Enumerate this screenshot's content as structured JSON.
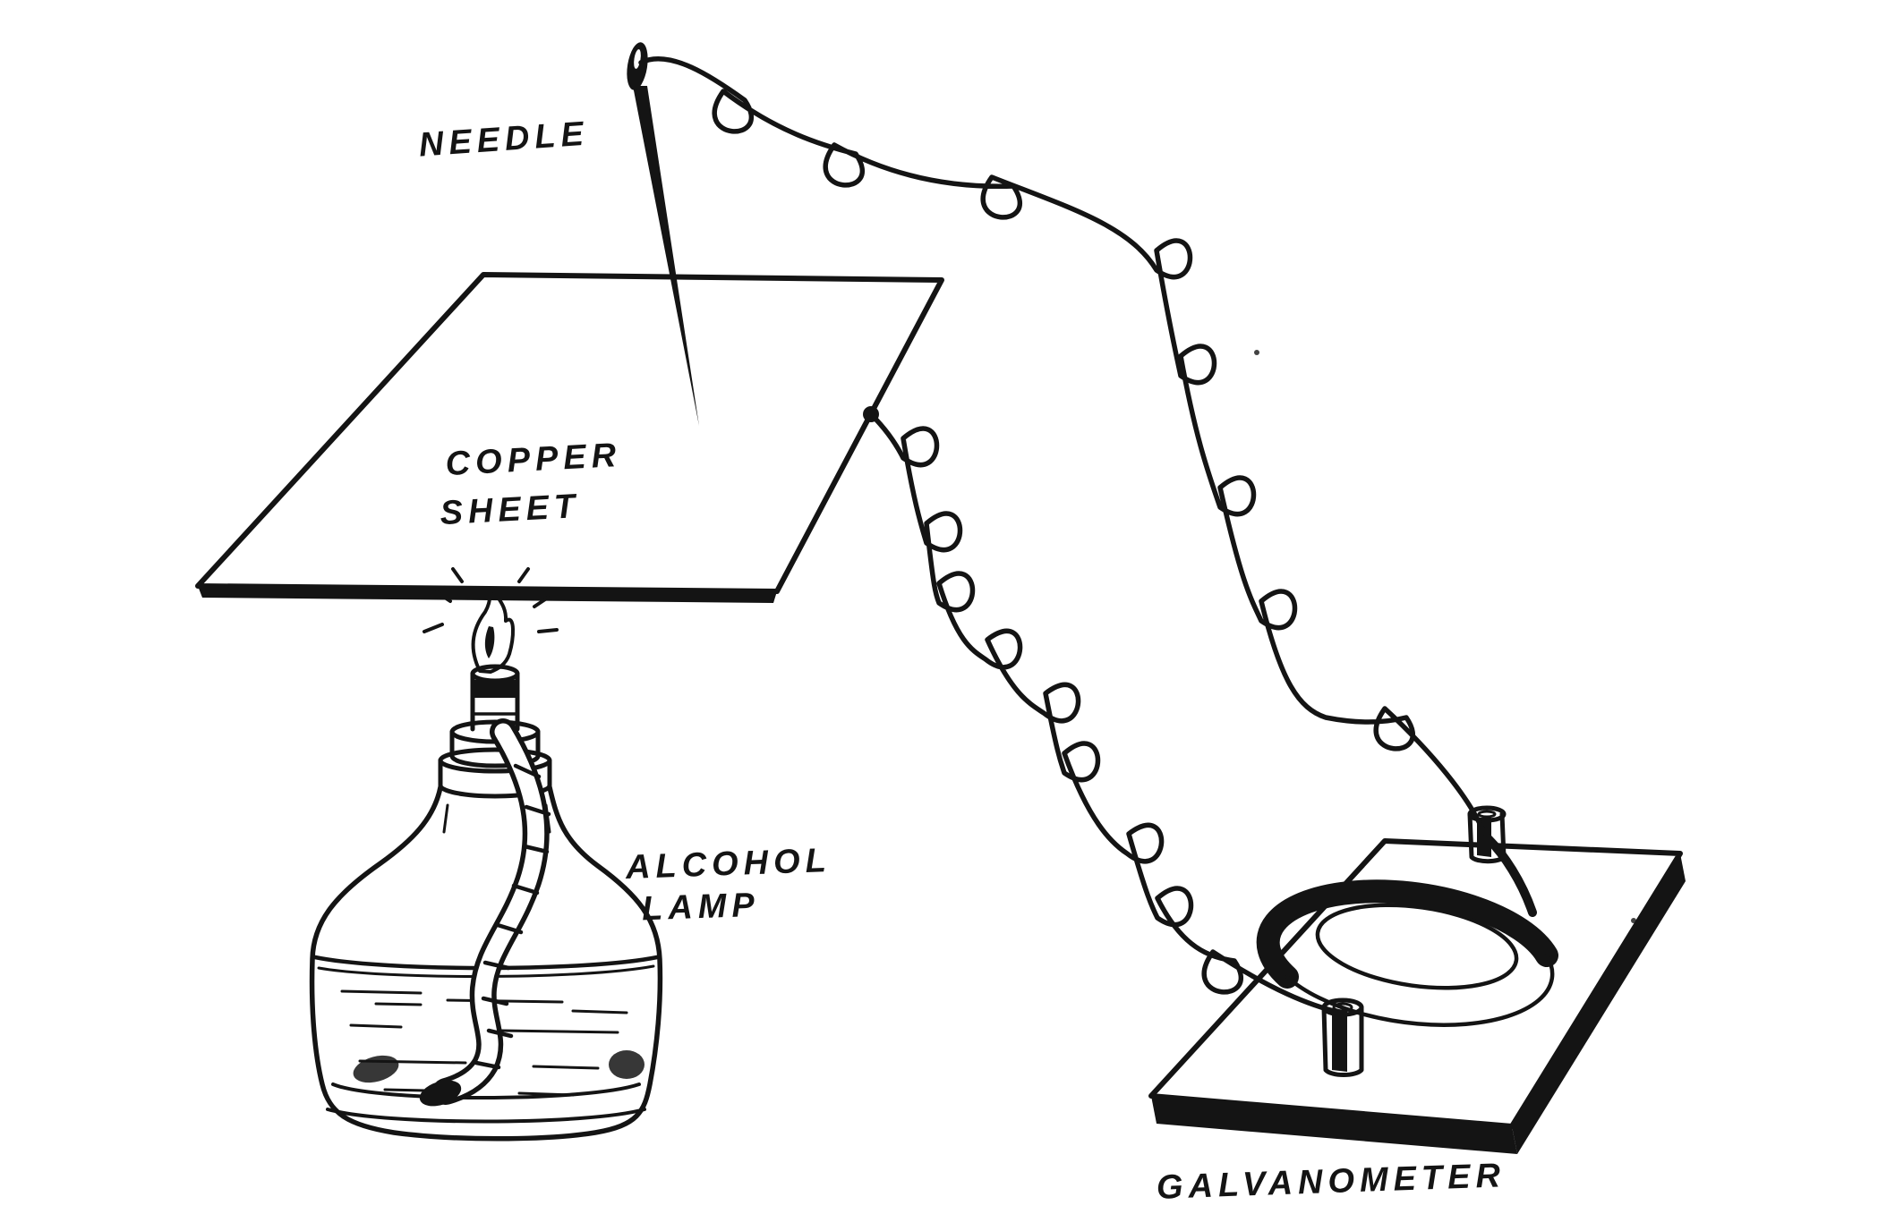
{
  "diagram": {
    "labels": {
      "needle": "NEEDLE",
      "copper_sheet_line1": "COPPER",
      "copper_sheet_line2": "SHEET",
      "alcohol_lamp_line1": "ALCOHOL",
      "alcohol_lamp_line2": "LAMP",
      "galvanometer": "GALVANOMETER"
    },
    "colors": {
      "ink": "#141414",
      "paper": "#ffffff"
    }
  }
}
